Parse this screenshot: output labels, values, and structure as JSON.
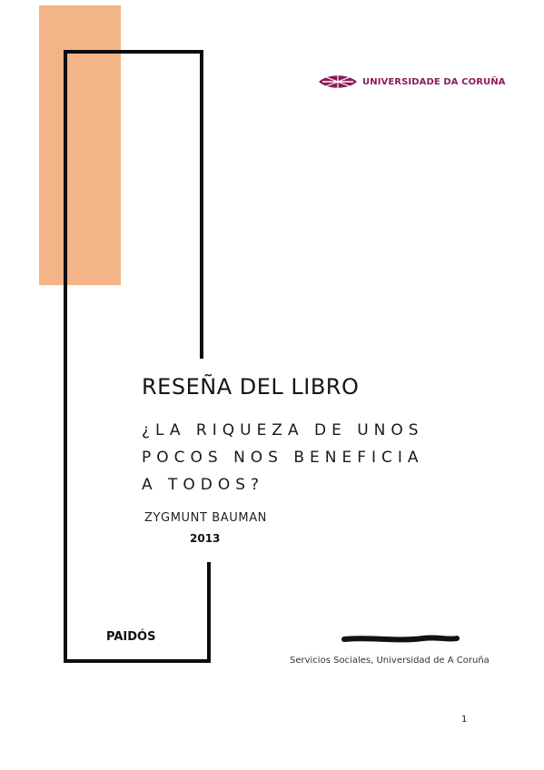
{
  "logo": {
    "text": "UNIVERSIDADE DA CORUÑA",
    "brand_color": "#8c1b5a"
  },
  "accent_color": "#f3b487",
  "cover": {
    "heading": "RESEÑA DEL LIBRO",
    "question_lines": [
      "¿LA RIQUEZA DE UNOS",
      "POCOS NOS BENEFICIA",
      "A TODOS?"
    ],
    "author": "ZYGMUNT BAUMAN",
    "year": "2013",
    "publisher": "PAIDÓS"
  },
  "footer": {
    "department": "Servicios Sociales, Universidad de A Coruña",
    "page_number": "1"
  }
}
